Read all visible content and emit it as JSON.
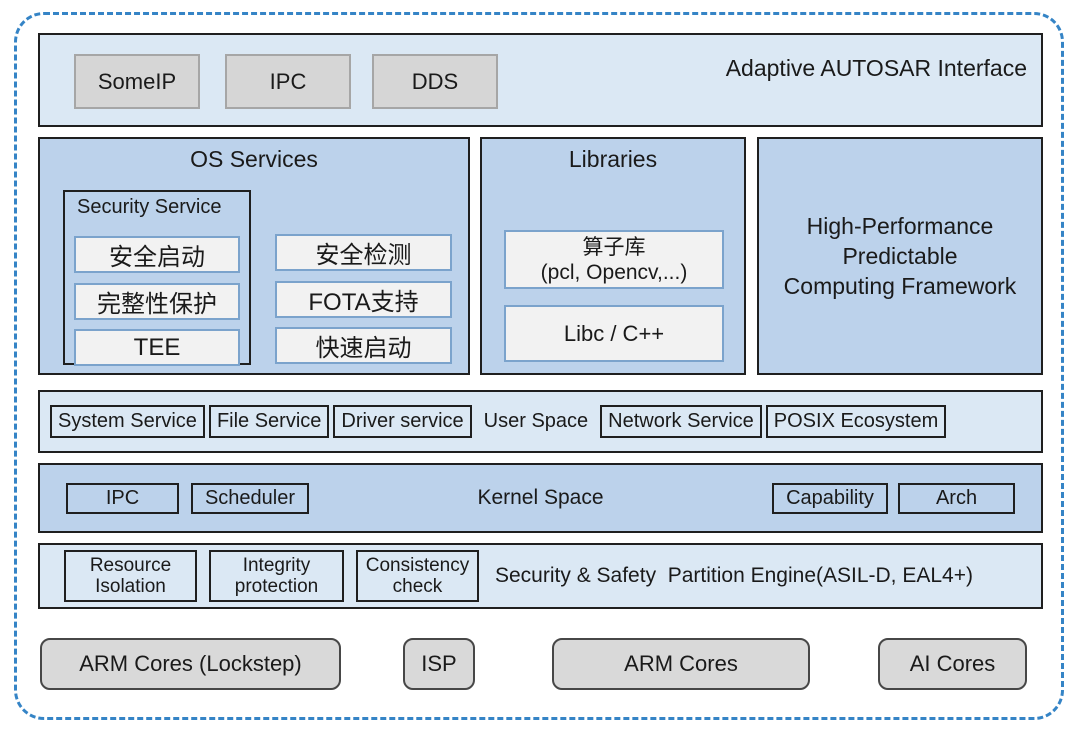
{
  "colors": {
    "light_blue_layer": "#dbe8f4",
    "medium_blue_layer": "#bcd2eb",
    "inner_box_gray": "#f2f2f2",
    "inner_box_blue_border": "#7ba3cc",
    "interface_button_gray": "#d6d6d6",
    "hardware_button_gray": "#d9d9d9",
    "frame_dash_blue": "#3584c6",
    "outline_black": "#1f1f1f"
  },
  "adaptive_interface": {
    "title": "Adaptive AUTOSAR Interface",
    "buttons": [
      "SomeIP",
      "IPC",
      "DDS"
    ]
  },
  "os_services": {
    "title": "OS Services",
    "security_service": {
      "title": "Security Service",
      "items": [
        "安全启动",
        "完整性保护",
        "TEE"
      ]
    },
    "items": [
      "安全检测",
      "FOTA支持",
      "快速启动"
    ]
  },
  "libraries": {
    "title": "Libraries",
    "items": [
      "算子库\n(pcl, Opencv,...)",
      "Libc / C++"
    ]
  },
  "computing_framework": {
    "title": "High-Performance\nPredictable\nComputing Framework"
  },
  "user_space": {
    "label": "User Space",
    "left_items": [
      "System Service",
      "File Service",
      "Driver service"
    ],
    "right_items": [
      "Network Service",
      "POSIX Ecosystem"
    ]
  },
  "kernel_space": {
    "label": "Kernel Space",
    "left_items": [
      "IPC",
      "Scheduler"
    ],
    "right_items": [
      "Capability",
      "Arch"
    ]
  },
  "partition_engine": {
    "label": "Security & Safety  Partition Engine(ASIL-D, EAL4+)",
    "items": [
      "Resource\nIsolation",
      "Integrity\nprotection",
      "Consistency\ncheck"
    ]
  },
  "hardware": {
    "items": [
      "ARM Cores (Lockstep)",
      "ISP",
      "ARM Cores",
      "AI Cores"
    ]
  }
}
